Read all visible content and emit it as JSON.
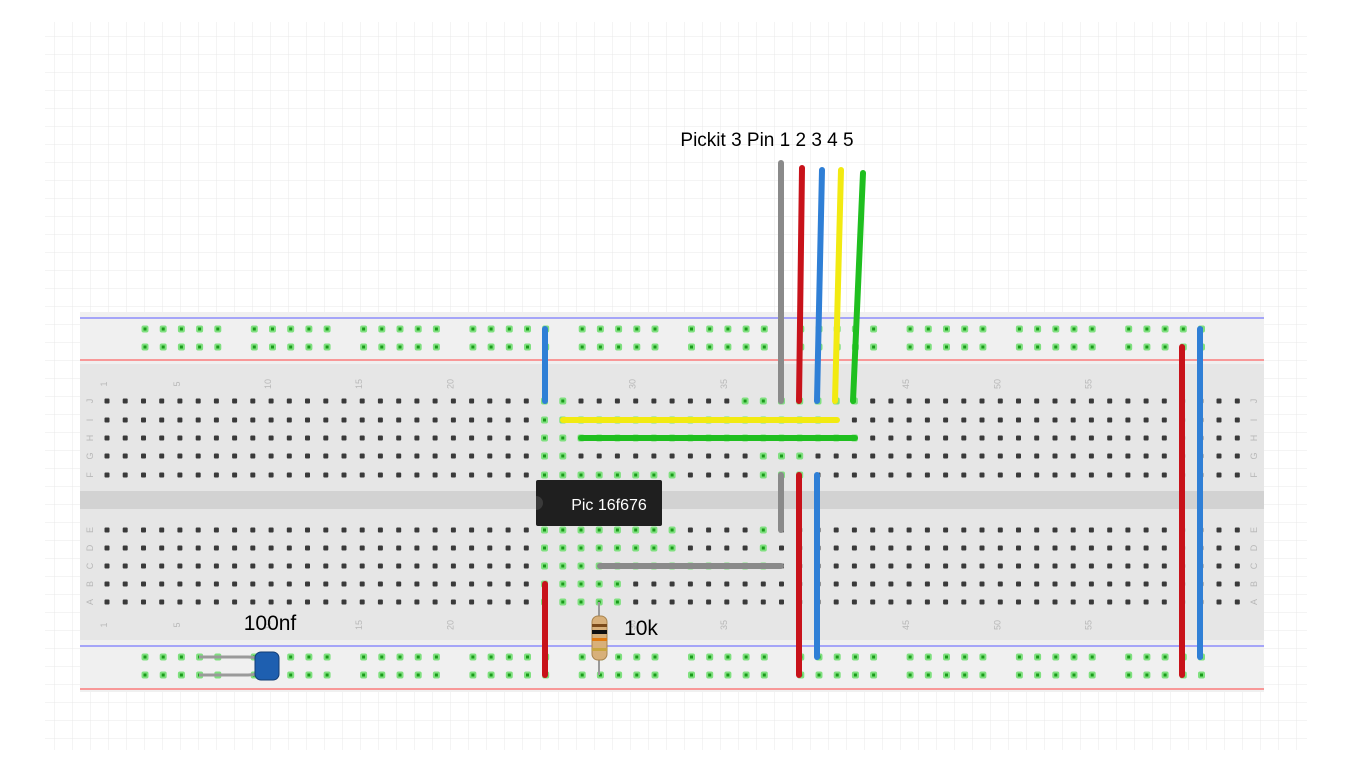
{
  "header_label": "Pickit 3 Pin 1 2 3 4 5",
  "chip_label": "Pic 16f676",
  "capacitor_label": "100nf",
  "resistor_label": "10k",
  "column_numbers": [
    "1",
    "5",
    "10",
    "15",
    "20",
    "30",
    "35",
    "45",
    "50",
    "55"
  ],
  "row_letters_top": [
    "J",
    "I",
    "H",
    "G",
    "F"
  ],
  "row_letters_bottom": [
    "E",
    "D",
    "C",
    "B",
    "A"
  ],
  "colors": {
    "wire_gray": "#8a8a8a",
    "wire_red": "#c8121a",
    "wire_blue": "#2f7fd6",
    "wire_yellow": "#f2ea11",
    "wire_green": "#1fbf1f",
    "rail_blue_line": "#5a5aff",
    "rail_red_line": "#ff4040",
    "board": "#e6e6e6",
    "chip": "#1f1f1f",
    "capacitor": "#1e5fb0",
    "resistor_body": "#d8b07a"
  }
}
